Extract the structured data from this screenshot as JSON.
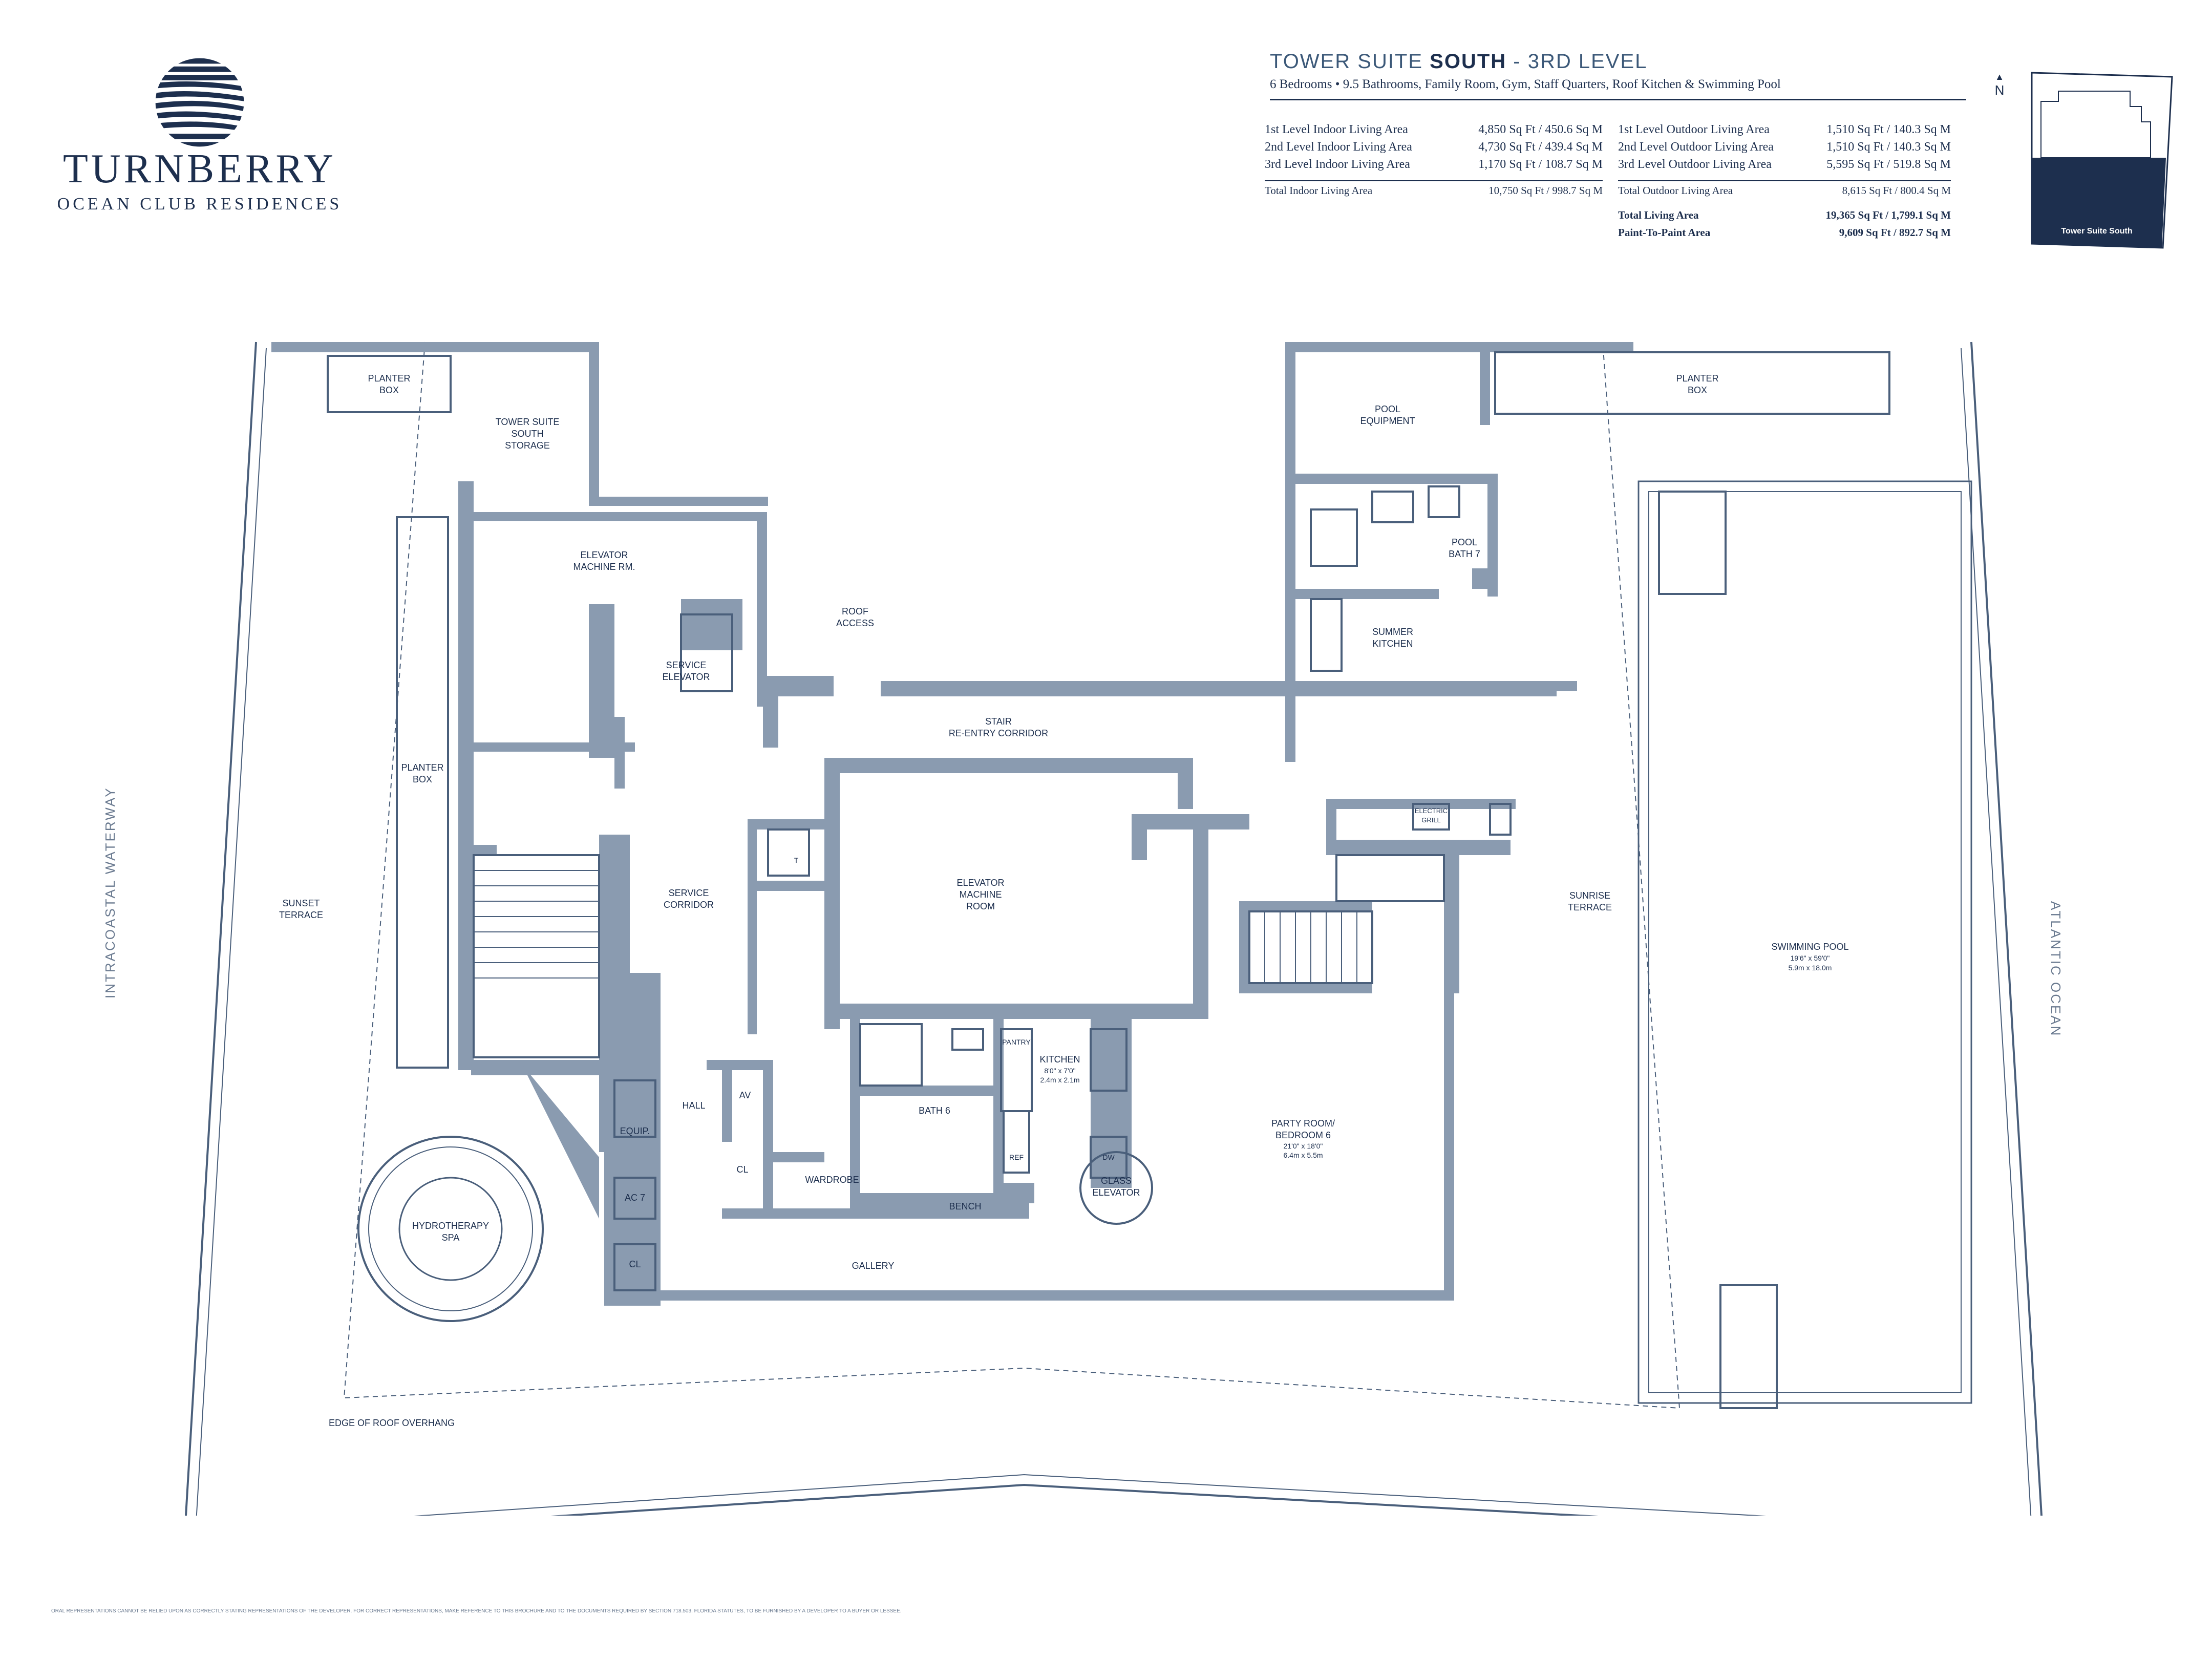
{
  "brand": {
    "name": "TURNBERRY",
    "subtitle": "OCEAN CLUB RESIDENCES"
  },
  "header": {
    "title_prefix": "TOWER SUITE ",
    "title_bold": "SOUTH",
    "title_suffix": " - 3RD LEVEL",
    "subtitle": "6 Bedrooms • 9.5 Bathrooms, Family Room, Gym, Staff Quarters, Roof Kitchen & Swimming Pool"
  },
  "indoor_areas": [
    {
      "label": "1st Level Indoor Living Area",
      "value": "4,850 Sq Ft / 450.6 Sq M"
    },
    {
      "label": "2nd Level Indoor Living Area",
      "value": "4,730 Sq Ft / 439.4 Sq M"
    },
    {
      "label": "3rd Level Indoor Living Area",
      "value": "1,170 Sq Ft / 108.7 Sq M"
    }
  ],
  "indoor_total": {
    "label": "Total Indoor Living Area",
    "value": "10,750 Sq Ft / 998.7 Sq M"
  },
  "outdoor_areas": [
    {
      "label": "1st Level Outdoor Living Area",
      "value": "1,510 Sq Ft / 140.3 Sq M"
    },
    {
      "label": "2nd Level Outdoor Living Area",
      "value": "1,510 Sq Ft / 140.3 Sq M"
    },
    {
      "label": "3rd Level Outdoor Living Area",
      "value": "5,595 Sq Ft / 519.8 Sq M"
    }
  ],
  "outdoor_total": {
    "label": "Total Outdoor Living Area",
    "value": "8,615 Sq Ft / 800.4 Sq M"
  },
  "totals": [
    {
      "label": "Total Living Area",
      "value": "19,365 Sq Ft / 1,799.1 Sq M"
    },
    {
      "label": "Paint-To-Paint Area",
      "value": "9,609 Sq Ft / 892.7 Sq M"
    }
  ],
  "north": "N",
  "keyplan_label": "Tower Suite South",
  "side_labels": {
    "west": "INTRACOASTAL WATERWAY",
    "east": "ATLANTIC OCEAN"
  },
  "rooms": {
    "planter_box_nw": [
      "PLANTER",
      "BOX"
    ],
    "storage": [
      "TOWER SUITE",
      "SOUTH",
      "STORAGE"
    ],
    "elevator_machine_rm": [
      "ELEVATOR",
      "MACHINE RM."
    ],
    "service_elevator": [
      "SERVICE",
      "ELEVATOR"
    ],
    "roof_access": [
      "ROOF",
      "ACCESS"
    ],
    "stair_corridor": [
      "STAIR",
      "RE-ENTRY CORRIDOR"
    ],
    "pool_equipment": [
      "POOL",
      "EQUIPMENT"
    ],
    "pool_bath": [
      "POOL",
      "BATH 7"
    ],
    "summer_kitchen": [
      "SUMMER",
      "KITCHEN"
    ],
    "planter_box_ne": [
      "PLANTER",
      "BOX"
    ],
    "planter_box_w": [
      "PLANTER",
      "BOX"
    ],
    "sunset_terrace": [
      "SUNSET",
      "TERRACE"
    ],
    "service_corridor": [
      "SERVICE",
      "CORRIDOR"
    ],
    "elevator_machine_room": [
      "ELEVATOR",
      "MACHINE",
      "ROOM"
    ],
    "electric_grill": [
      "ELECTRIC",
      "GRILL"
    ],
    "sunrise_terrace": [
      "SUNRISE",
      "TERRACE"
    ],
    "swimming_pool": [
      "SWIMMING POOL",
      "19'6\" x 59'0\"",
      "5.9m x 18.0m"
    ],
    "pantry": [
      "PANTRY"
    ],
    "kitchen": [
      "KITCHEN",
      "8'0\" x 7'0\"",
      "2.4m x 2.1m"
    ],
    "bath6": [
      "BATH 6"
    ],
    "ref": [
      "REF"
    ],
    "dw": [
      "DW"
    ],
    "equip": [
      "EQUIP."
    ],
    "ac7": [
      "AC 7"
    ],
    "cl1": [
      "CL"
    ],
    "cl2": [
      "CL"
    ],
    "hall": [
      "HALL"
    ],
    "av": [
      "AV"
    ],
    "wardrobe": [
      "WARDROBE"
    ],
    "bench": [
      "BENCH"
    ],
    "glass_elevator": [
      "GLASS",
      "ELEVATOR"
    ],
    "party_room": [
      "PARTY ROOM/",
      "BEDROOM 6",
      "21'0\" x 18'0\"",
      "6.4m x 5.5m"
    ],
    "hydrotherapy_spa": [
      "HYDROTHERAPY",
      "SPA"
    ],
    "gallery": [
      "GALLERY"
    ],
    "roof_overhang": [
      "EDGE OF ROOF OVERHANG"
    ],
    "toilet_t": [
      "T"
    ]
  },
  "disclaimer": "ORAL REPRESENTATIONS CANNOT BE RELIED UPON AS CORRECTLY STATING REPRESENTATIONS OF THE DEVELOPER. FOR CORRECT REPRESENTATIONS, MAKE REFERENCE TO THIS BROCHURE AND TO THE DOCUMENTS REQUIRED BY SECTION 718.503, FLORIDA STATUTES, TO BE FURNISHED BY A DEVELOPER TO A BUYER OR LESSEE."
}
